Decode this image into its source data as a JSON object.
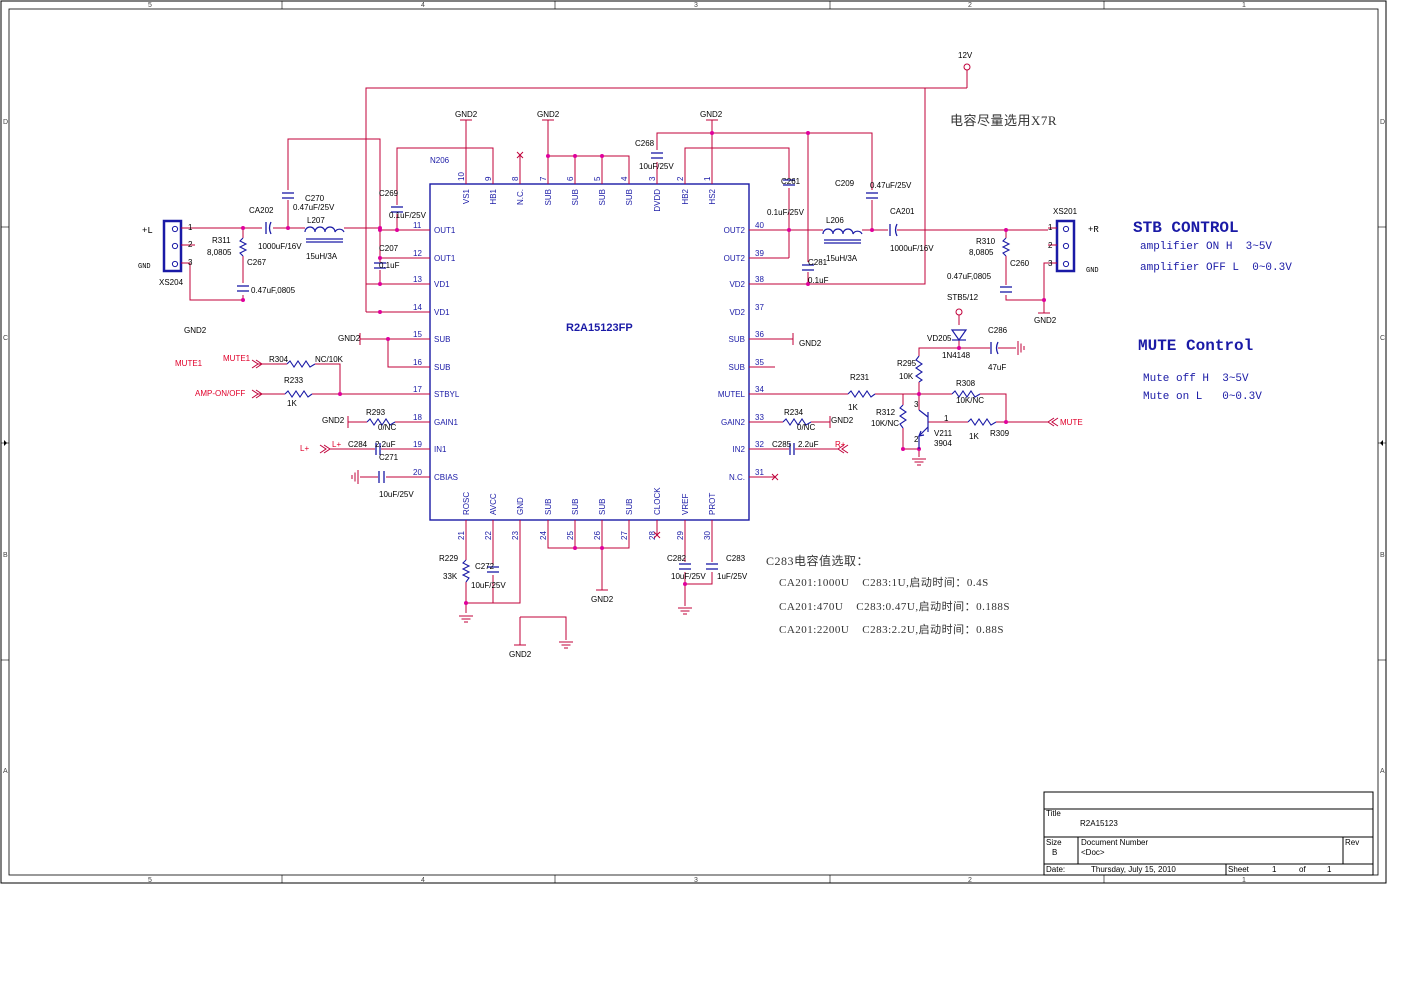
{
  "frame": {
    "top_cols": [
      "5",
      "4",
      "3",
      "2",
      "1"
    ],
    "bottom_cols": [
      "5",
      "4",
      "3",
      "2",
      "1"
    ],
    "rows": [
      "D",
      "C",
      "B",
      "A"
    ]
  },
  "title_block": {
    "title_label": "Title",
    "title": "R2A15123",
    "size_label": "Size",
    "size": "B",
    "docnum_label": "Document Number",
    "docnum": "<Doc>",
    "rev_label": "Rev",
    "date_label": "Date:",
    "date": "Thursday, July 15, 2010",
    "sheet_label": "Sheet",
    "sheet": "1",
    "of_label": "of",
    "of": "1"
  },
  "ic": {
    "ref": "N206",
    "part": "R2A15123FP",
    "top_pins": [
      {
        "num": "10",
        "name": "VS1"
      },
      {
        "num": "9",
        "name": "HB1"
      },
      {
        "num": "8",
        "name": "N.C."
      },
      {
        "num": "7",
        "name": "SUB"
      },
      {
        "num": "6",
        "name": "SUB"
      },
      {
        "num": "5",
        "name": "SUB"
      },
      {
        "num": "4",
        "name": "SUB"
      },
      {
        "num": "3",
        "name": "DVDD"
      },
      {
        "num": "2",
        "name": "HB2"
      },
      {
        "num": "1",
        "name": "HS2"
      }
    ],
    "bottom_pins": [
      {
        "num": "21",
        "name": "ROSC"
      },
      {
        "num": "22",
        "name": "AVCC"
      },
      {
        "num": "23",
        "name": "GND"
      },
      {
        "num": "24",
        "name": "SUB"
      },
      {
        "num": "25",
        "name": "SUB"
      },
      {
        "num": "26",
        "name": "SUB"
      },
      {
        "num": "27",
        "name": "SUB"
      },
      {
        "num": "28",
        "name": "CLOCK"
      },
      {
        "num": "29",
        "name": "VREF"
      },
      {
        "num": "30",
        "name": "PROT"
      }
    ],
    "left_pins": [
      {
        "num": "11",
        "name": "OUT1"
      },
      {
        "num": "12",
        "name": "OUT1"
      },
      {
        "num": "13",
        "name": "VD1"
      },
      {
        "num": "14",
        "name": "VD1"
      },
      {
        "num": "15",
        "name": "SUB"
      },
      {
        "num": "16",
        "name": "SUB"
      },
      {
        "num": "17",
        "name": "STBYL"
      },
      {
        "num": "18",
        "name": "GAIN1"
      },
      {
        "num": "19",
        "name": "IN1"
      },
      {
        "num": "20",
        "name": "CBIAS"
      }
    ],
    "right_pins": [
      {
        "num": "40",
        "name": "OUT2"
      },
      {
        "num": "39",
        "name": "OUT2"
      },
      {
        "num": "38",
        "name": "VD2"
      },
      {
        "num": "37",
        "name": "VD2"
      },
      {
        "num": "36",
        "name": "SUB"
      },
      {
        "num": "35",
        "name": "SUB"
      },
      {
        "num": "34",
        "name": "MUTEL"
      },
      {
        "num": "33",
        "name": "GAIN2"
      },
      {
        "num": "32",
        "name": "IN2"
      },
      {
        "num": "31",
        "name": "N.C."
      }
    ]
  },
  "components": [
    {
      "id": "c270",
      "ref": "C270",
      "val": "0.47uF/25V"
    },
    {
      "id": "ca202",
      "ref": "CA202",
      "val": "1000uF/16V"
    },
    {
      "id": "l207",
      "ref": "L207",
      "val": "15uH/3A"
    },
    {
      "id": "r311",
      "ref": "R311",
      "val": "8,0805"
    },
    {
      "id": "c267",
      "ref": "C267",
      "val": "0.47uF,0805"
    },
    {
      "id": "c269",
      "ref": "C269",
      "val": "0.1uF/25V"
    },
    {
      "id": "c207",
      "ref": "C207",
      "val": "0.1uF"
    },
    {
      "id": "c268",
      "ref": "C268",
      "val": "10uF/25V"
    },
    {
      "id": "c261",
      "ref": "C261",
      "val": "0.1uF/25V"
    },
    {
      "id": "c209",
      "ref": "C209",
      "val": "0.47uF/25V"
    },
    {
      "id": "l206",
      "ref": "L206",
      "val": "15uH/3A"
    },
    {
      "id": "c281",
      "ref": "C281",
      "val": "0.1uF"
    },
    {
      "id": "ca201",
      "ref": "CA201",
      "val": "1000uF/16V"
    },
    {
      "id": "r310",
      "ref": "R310",
      "val": "8,0805"
    },
    {
      "id": "c260",
      "ref": "C260",
      "val": "0.47uF,0805"
    },
    {
      "id": "r304",
      "ref": "R304",
      "val": "NC/10K"
    },
    {
      "id": "r233",
      "ref": "R233",
      "val": "1K"
    },
    {
      "id": "r293",
      "ref": "R293",
      "val": "0/NC"
    },
    {
      "id": "c284",
      "ref": "C284",
      "val": "2.2uF"
    },
    {
      "id": "c271",
      "ref": "C271",
      "val": "10uF/25V"
    },
    {
      "id": "r229",
      "ref": "R229",
      "val": "33K"
    },
    {
      "id": "c272",
      "ref": "C272",
      "val": "10uF/25V"
    },
    {
      "id": "c282",
      "ref": "C282",
      "val": "10uF/25V"
    },
    {
      "id": "c283",
      "ref": "C283",
      "val": "1uF/25V"
    },
    {
      "id": "r231",
      "ref": "R231",
      "val": "1K"
    },
    {
      "id": "r234",
      "ref": "R234",
      "val": "0/NC"
    },
    {
      "id": "c285",
      "ref": "C285",
      "val": "2.2uF"
    },
    {
      "id": "vd205",
      "ref": "VD205",
      "val": "1N4148"
    },
    {
      "id": "c286",
      "ref": "C286",
      "val": "47uF"
    },
    {
      "id": "r295",
      "ref": "R295",
      "val": "10K"
    },
    {
      "id": "r308",
      "ref": "R308",
      "val": "10K/NC"
    },
    {
      "id": "r312",
      "ref": "R312",
      "val": "10K/NC"
    },
    {
      "id": "v211",
      "ref": "V211",
      "val": "3904"
    },
    {
      "id": "r309",
      "ref": "R309",
      "val": "1K"
    }
  ],
  "connectors": {
    "xs204": {
      "ref": "XS204",
      "pins": [
        "1",
        "2",
        "3"
      ],
      "sig": "+L",
      "gnd": "GND"
    },
    "xs201": {
      "ref": "XS201",
      "pins": [
        "1",
        "2",
        "3"
      ],
      "sig": "+R",
      "gnd": "GND"
    }
  },
  "nets": {
    "v12": "12V",
    "stb": "STB5/12",
    "gnd2": "GND2",
    "mute1_in": "MUTE1",
    "mute1_wire": "MUTE1",
    "amp_on_off": "AMP-ON/OFF",
    "lplus_in": "L+",
    "lplus_wire": "L+",
    "rplus": "R+",
    "mute": "MUTE"
  },
  "transistor_pins": {
    "p1": "1",
    "p2": "2",
    "p3": "3"
  },
  "notes": {
    "x7r": "电容尽量选用X7R",
    "stb_title": "STB CONTROL",
    "stb_on": "amplifier ON H  3~5V",
    "stb_off": "amplifier OFF L  0~0.3V",
    "mute_title": "MUTE Control",
    "mute_off": "Mute off H  3~5V",
    "mute_on": "Mute on L   0~0.3V",
    "c283_title": "C283电容值选取：",
    "c283_rows": [
      "CA201:1000U    C283:1U,启动时间：0.4S",
      "CA201:470U    C283:0.47U,启动时间：0.188S",
      "CA201:2200U    C283:2.2U,启动时间：0.88S"
    ]
  }
}
